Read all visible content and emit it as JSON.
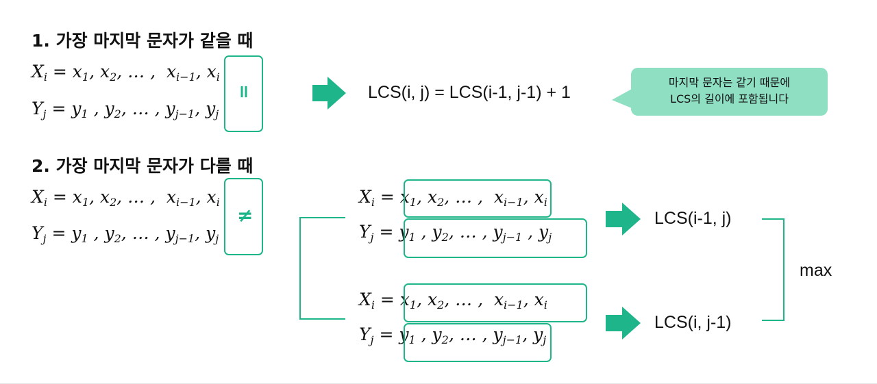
{
  "case1": {
    "title": "1. 가장 마지막 문자가 같을 때",
    "equal_symbol": "=",
    "result": "LCS(i, j) = LCS(i-1, j-1) + 1",
    "bubble_line1": "마지막 문자는 같기 때문에",
    "bubble_line2": "LCS의 길이에 포함됩니다"
  },
  "case2": {
    "title": "2. 가장 마지막 문자가 다를 때",
    "not_equal_symbol": "≠",
    "branch_top_result": "LCS(i-1, j)",
    "branch_bottom_result": "LCS(i, j-1)",
    "combine_label": "max"
  },
  "colors": {
    "accent": "#1fb58a",
    "bubble": "#8fdfc3"
  },
  "icons": [
    "right-arrow-icon"
  ]
}
